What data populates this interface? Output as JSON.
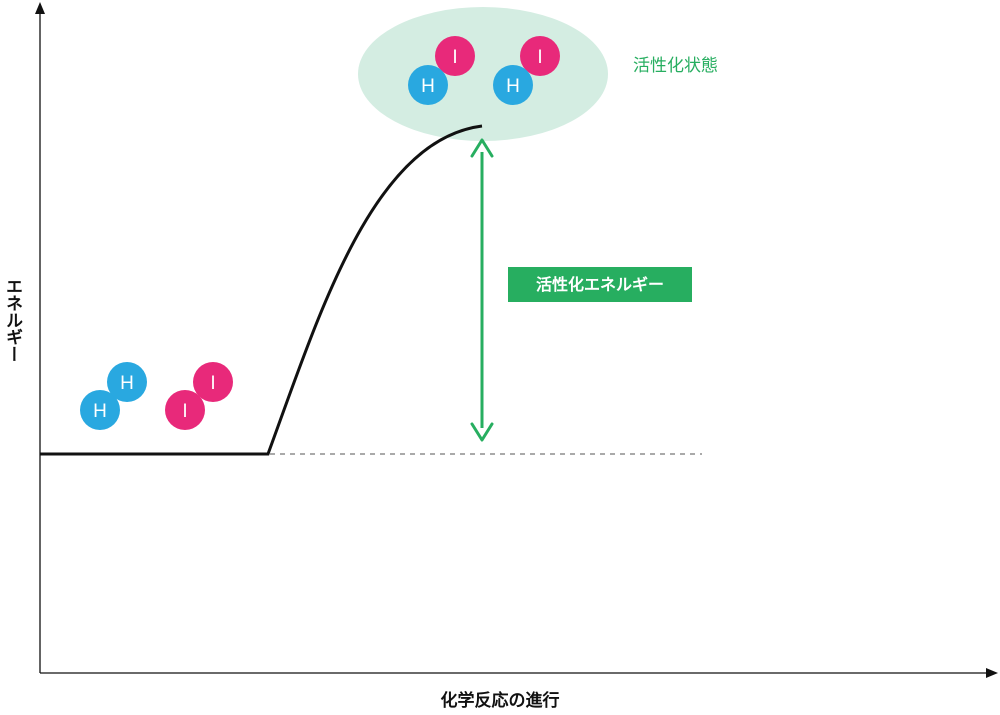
{
  "axes": {
    "y_label": "エネルギー",
    "x_label": "化学反応の進行"
  },
  "transition_state": {
    "label": "活性化状態"
  },
  "activation_energy": {
    "label": "活性化エネルギー"
  },
  "atoms": {
    "h": "H",
    "i": "I"
  },
  "colors": {
    "hydrogen": "#29a8e0",
    "iodine": "#e8297a",
    "accent_green": "#27ae60",
    "ellipse_fill": "#d4ede2",
    "curve": "#111111"
  }
}
